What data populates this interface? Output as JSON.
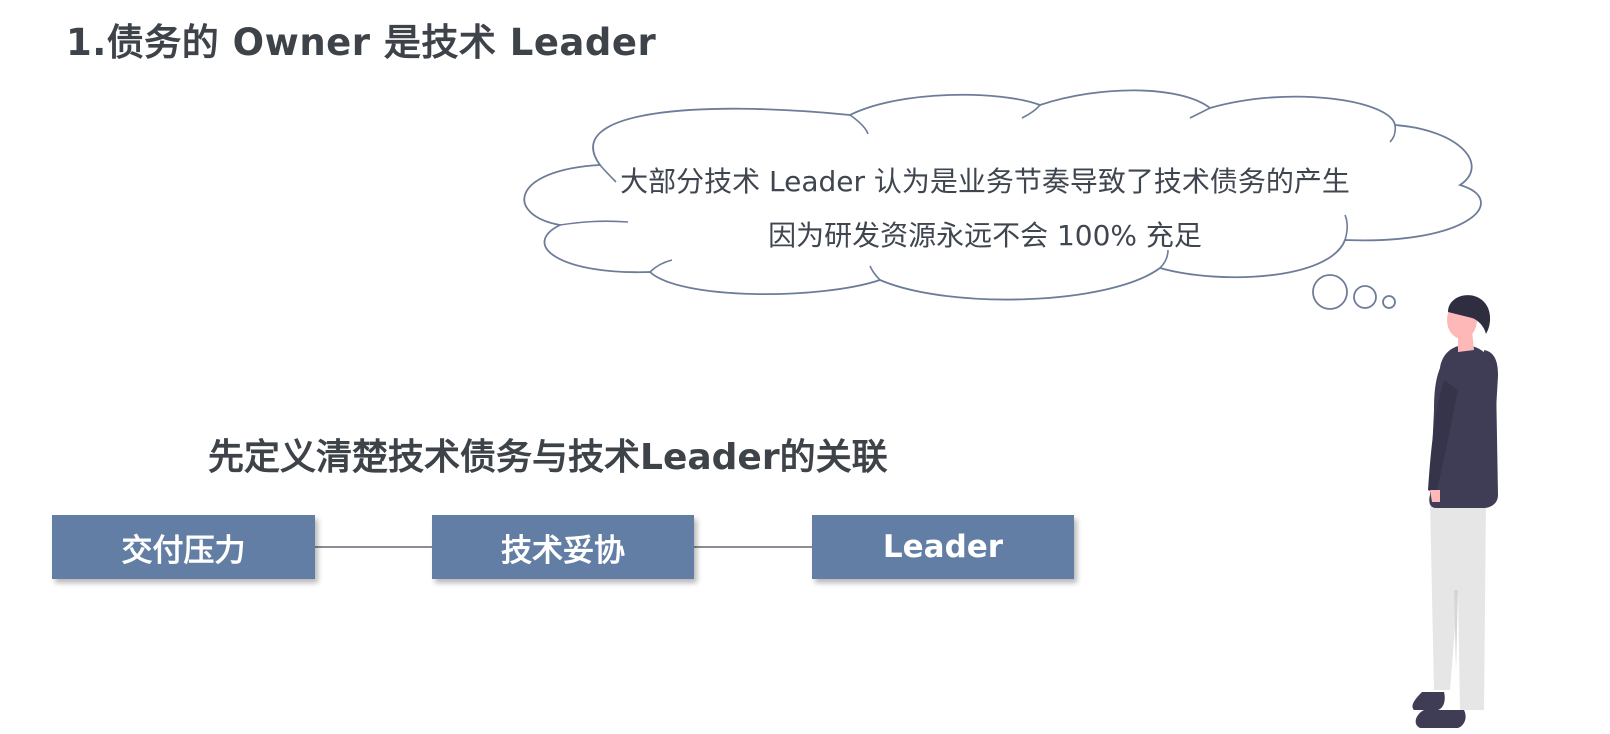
{
  "slide": {
    "title": "1.债务的 Owner 是技术 Leader"
  },
  "thought_bubble": {
    "line1": "大部分技术 Leader 认为是业务节奏导致了技术债务的产生",
    "line2": "因为研发资源永远不会 100% 充足"
  },
  "subheading": "先定义清楚技术债务与技术Leader的关联",
  "flow": {
    "boxes": [
      {
        "label": "交付压力"
      },
      {
        "label": "技术妥协"
      },
      {
        "label": "Leader"
      }
    ],
    "box_color": "#627ea4",
    "connector_color": "#8a8e94"
  },
  "colors": {
    "title_text": "#3e4349",
    "cloud_outline": "#6d7c98",
    "person_shirt": "#3f3d56",
    "person_pants": "#e6e6e6",
    "person_skin": "#ffb8b8"
  }
}
